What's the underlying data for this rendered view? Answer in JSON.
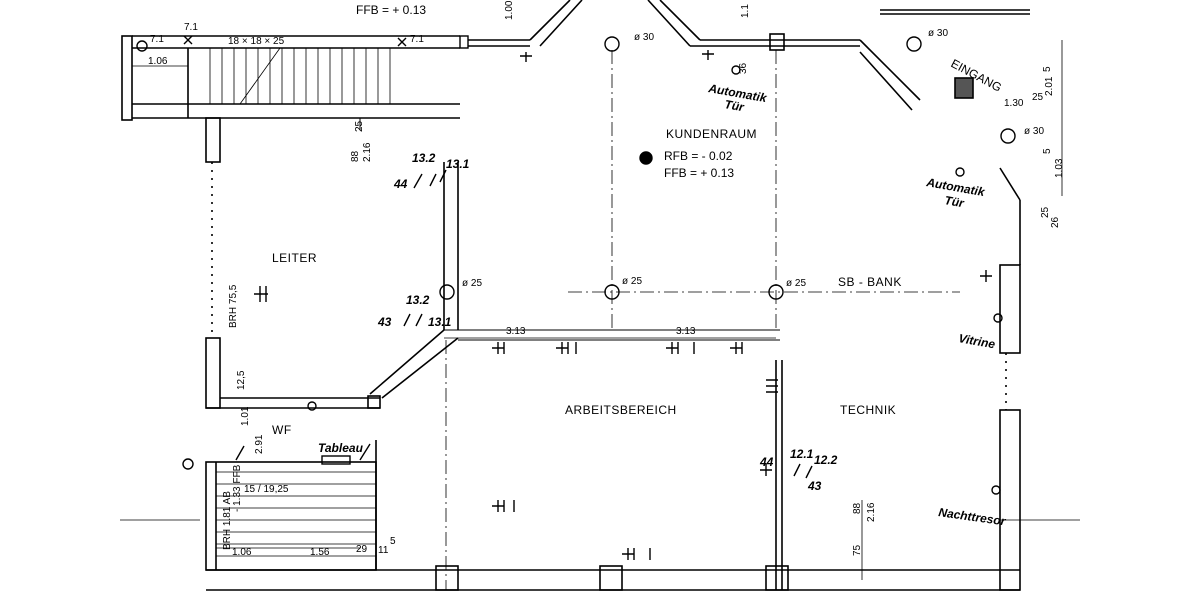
{
  "rooms": {
    "kundenraum": "KUNDENRAUM",
    "leiter": "LEITER",
    "arbeitsbereich": "ARBEITSBEREICH",
    "technik": "TECHNIK",
    "wf": "WF",
    "sb_bank": "SB - BANK"
  },
  "levels": {
    "rfb": "RFB = - 0.02",
    "ffb": "FFB = + 0.13",
    "ffb_top": "FFB = + 0.13"
  },
  "columns": {
    "c30_a": "ø 30",
    "c30_b": "ø 30",
    "c30_c": "ø 30",
    "c25_a": "ø 25",
    "c25_b": "ø 25",
    "c25_c": "ø 25"
  },
  "dimensions": {
    "d106_top": "1.06",
    "d313_a": "3.13",
    "d313_b": "3.13",
    "d156": "1.56",
    "d106_bot": "1.06",
    "d29": "29",
    "d11": "11",
    "d5_bot": "5",
    "d216_a": "2.16",
    "d88_a": "88",
    "d216_b": "2.16",
    "d88_b": "88",
    "d201": "2.01",
    "d5_r1": "5",
    "d103": "1.03",
    "d5_r2": "5",
    "d26": "26",
    "d25_r": "25",
    "d130": "1.30",
    "d25_e": "25",
    "d12_5": "12,5",
    "d101": "1.01",
    "d291": "2.91",
    "d75": "75",
    "d36": "36",
    "d25_w": "25",
    "d100": "1.00",
    "d11_r": "1.1"
  },
  "notes": {
    "brh755": "BRH 75,5",
    "stair": "15 / 19,25",
    "brh181": "BRH 1.81 AB",
    "ffb133": "- 1.33 FFB",
    "size": "18 × 18 × 25",
    "n71a": "7.1",
    "n71b": "7.1",
    "n71c": "7.1",
    "eingang": "EINGANG"
  },
  "handwritten": {
    "automatik_tuer_1a": "Automatik",
    "automatik_tuer_1b": "Tür",
    "automatik_tuer_2a": "Automatik",
    "automatik_tuer_2b": "Tür",
    "vitrine": "Vitrine",
    "nachttresor": "Nachttresor",
    "tableau": "Tableau",
    "s132_a": "13.2",
    "s131_a": "13.1",
    "s44_a": "44",
    "s132_b": "13.2",
    "s131_b": "13.1",
    "s43_a": "43",
    "s121": "12.1",
    "s122": "12.2",
    "s44_b": "44",
    "s43_b": "43"
  }
}
